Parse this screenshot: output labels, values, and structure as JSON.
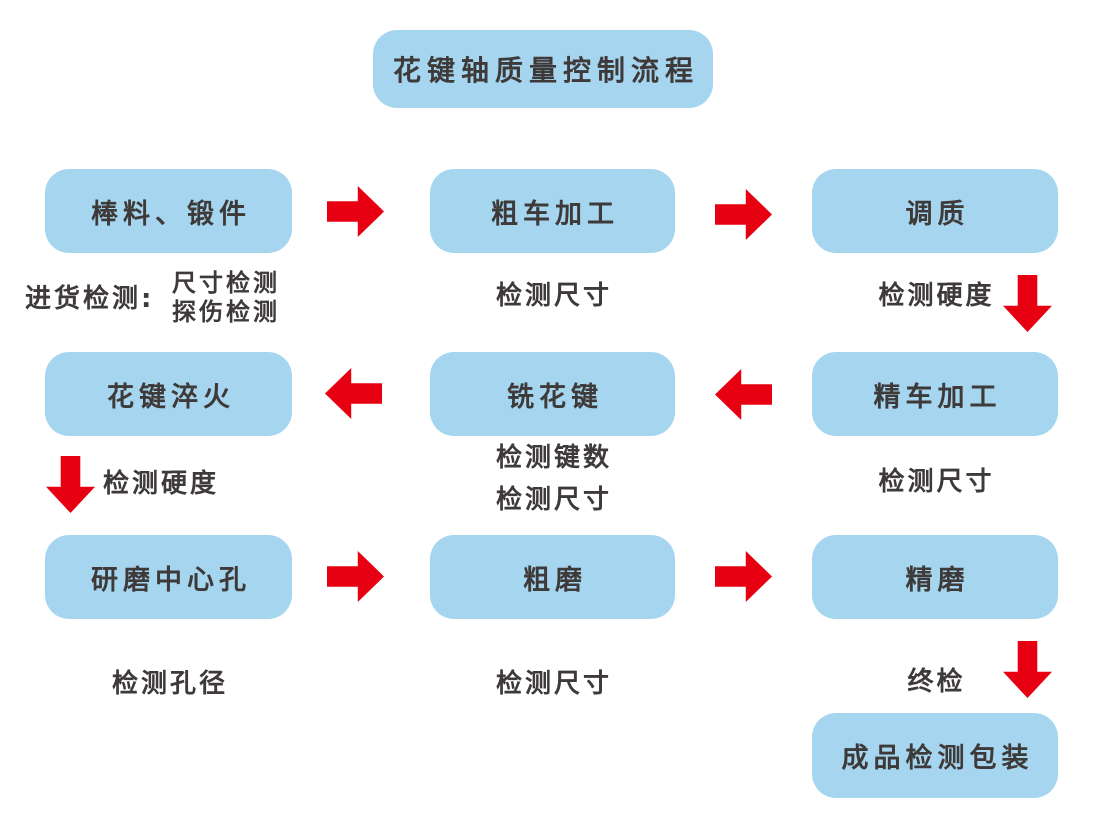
{
  "title": "花键轴质量控制流程",
  "colors": {
    "box_fill": "#a6d6ef",
    "arrow_red": "#e60012",
    "text": "#3e3a39",
    "background": "#ffffff"
  },
  "flow": {
    "row1": {
      "box1": "棒料、锻件",
      "box2": "粗车加工",
      "box3": "调质",
      "check1_prefix": "进货检测:",
      "check1_line1": "尺寸检测",
      "check1_line2": "探伤检测",
      "check2": "检测尺寸",
      "check3": "检测硬度"
    },
    "row2": {
      "box1": "花键淬火",
      "box2": "铣花键",
      "box3": "精车加工",
      "check1": "检测硬度",
      "check2_line1": "检测键数",
      "check2_line2": "检测尺寸",
      "check3": "检测尺寸"
    },
    "row3": {
      "box1": "研磨中心孔",
      "box2": "粗磨",
      "box3": "精磨",
      "check1": "检测孔径",
      "check2": "检测尺寸",
      "check3": "终检",
      "final_box": "成品检测包装"
    }
  }
}
